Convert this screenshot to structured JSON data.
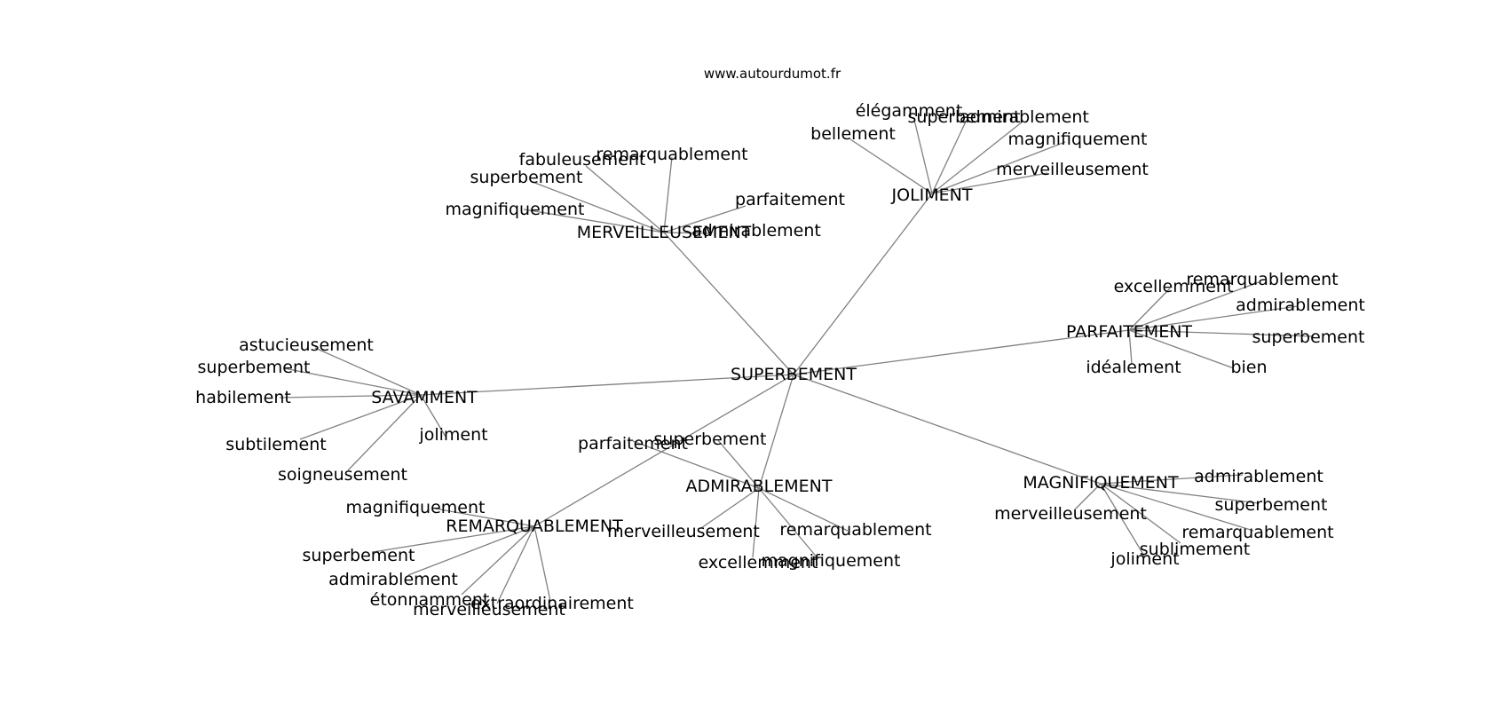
{
  "source": "www.autourdumot.fr",
  "edge_color": "#808080",
  "text_color": "#000000",
  "graph": {
    "root": "SUPERBEMENT",
    "hubs": [
      {
        "id": "merveilleusement",
        "label": "MERVEILLEUSEMENT",
        "leaves": [
          "fabuleusement",
          "remarquablement",
          "superbement",
          "magnifiquement",
          "parfaitement",
          "admirablement"
        ]
      },
      {
        "id": "joliment",
        "label": "JOLIMENT",
        "leaves": [
          "élégamment",
          "superbement",
          "admirablement",
          "bellement",
          "magnifiquement",
          "merveilleusement"
        ]
      },
      {
        "id": "parfaitement",
        "label": "PARFAITEMENT",
        "leaves": [
          "excellemment",
          "remarquablement",
          "admirablement",
          "superbement",
          "idéalement",
          "bien"
        ]
      },
      {
        "id": "savamment",
        "label": "SAVAMMENT",
        "leaves": [
          "astucieusement",
          "superbement",
          "habilement",
          "subtilement",
          "joliment",
          "soigneusement"
        ]
      },
      {
        "id": "admirablement",
        "label": "ADMIRABLEMENT",
        "leaves": [
          "parfaitement",
          "superbement",
          "merveilleusement",
          "remarquablement",
          "excellemment",
          "magnifiquement"
        ]
      },
      {
        "id": "remarquablement",
        "label": "REMARQUABLEMENT",
        "leaves": [
          "magnifiquement",
          "superbement",
          "admirablement",
          "étonnamment",
          "merveilleusement",
          "extraordinairement"
        ]
      },
      {
        "id": "magnifiquement",
        "label": "MAGNIFIQUEMENT",
        "leaves": [
          "admirablement",
          "superbement",
          "merveilleusement",
          "remarquablement",
          "sublimement",
          "joliment"
        ]
      }
    ]
  }
}
